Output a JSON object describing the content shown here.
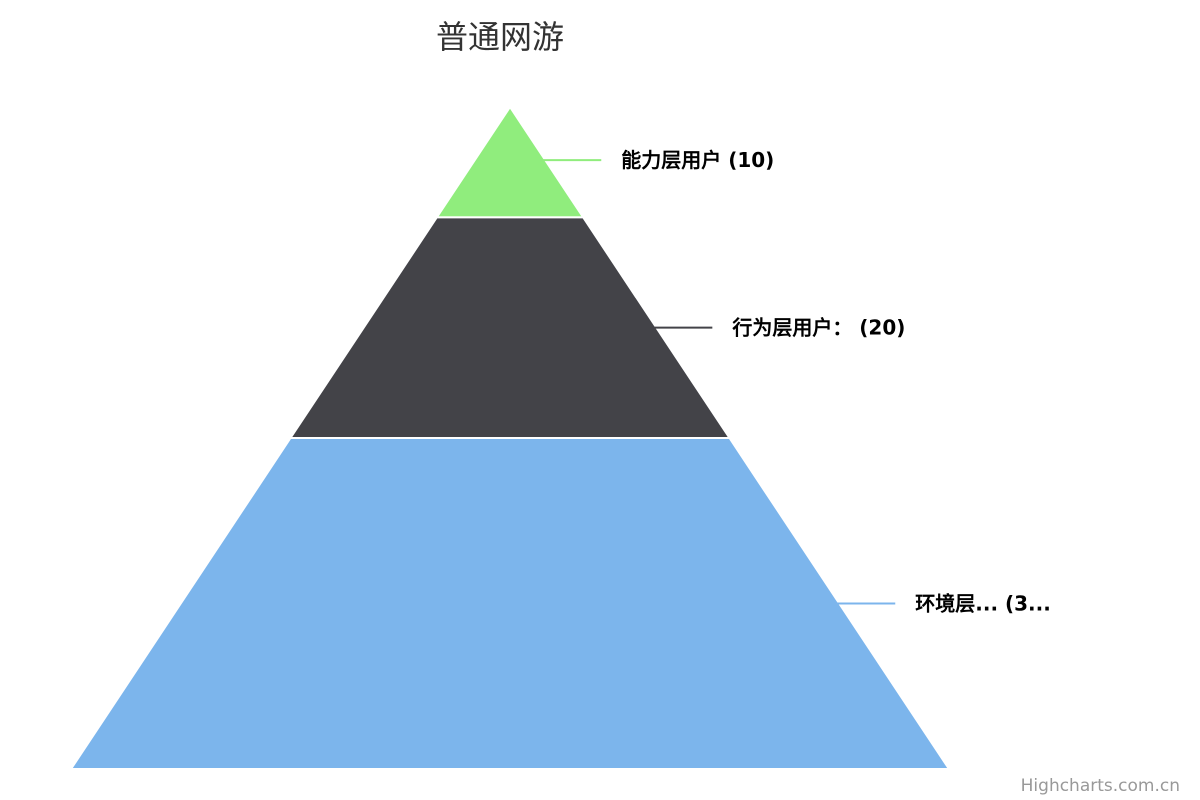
{
  "chart_data": {
    "type": "pyramid",
    "title": "普通网游",
    "credits": "Highcharts.com.cn",
    "categories": [
      "能力层用户",
      "行为层用户：",
      "环境层用户"
    ],
    "values": [
      10,
      20,
      30
    ],
    "labels": [
      "能力层用户 (10)",
      "行为层用户： (20)",
      "环境层... (3..."
    ],
    "colors": [
      "#90ed7d",
      "#434348",
      "#7cb5ec"
    ]
  }
}
